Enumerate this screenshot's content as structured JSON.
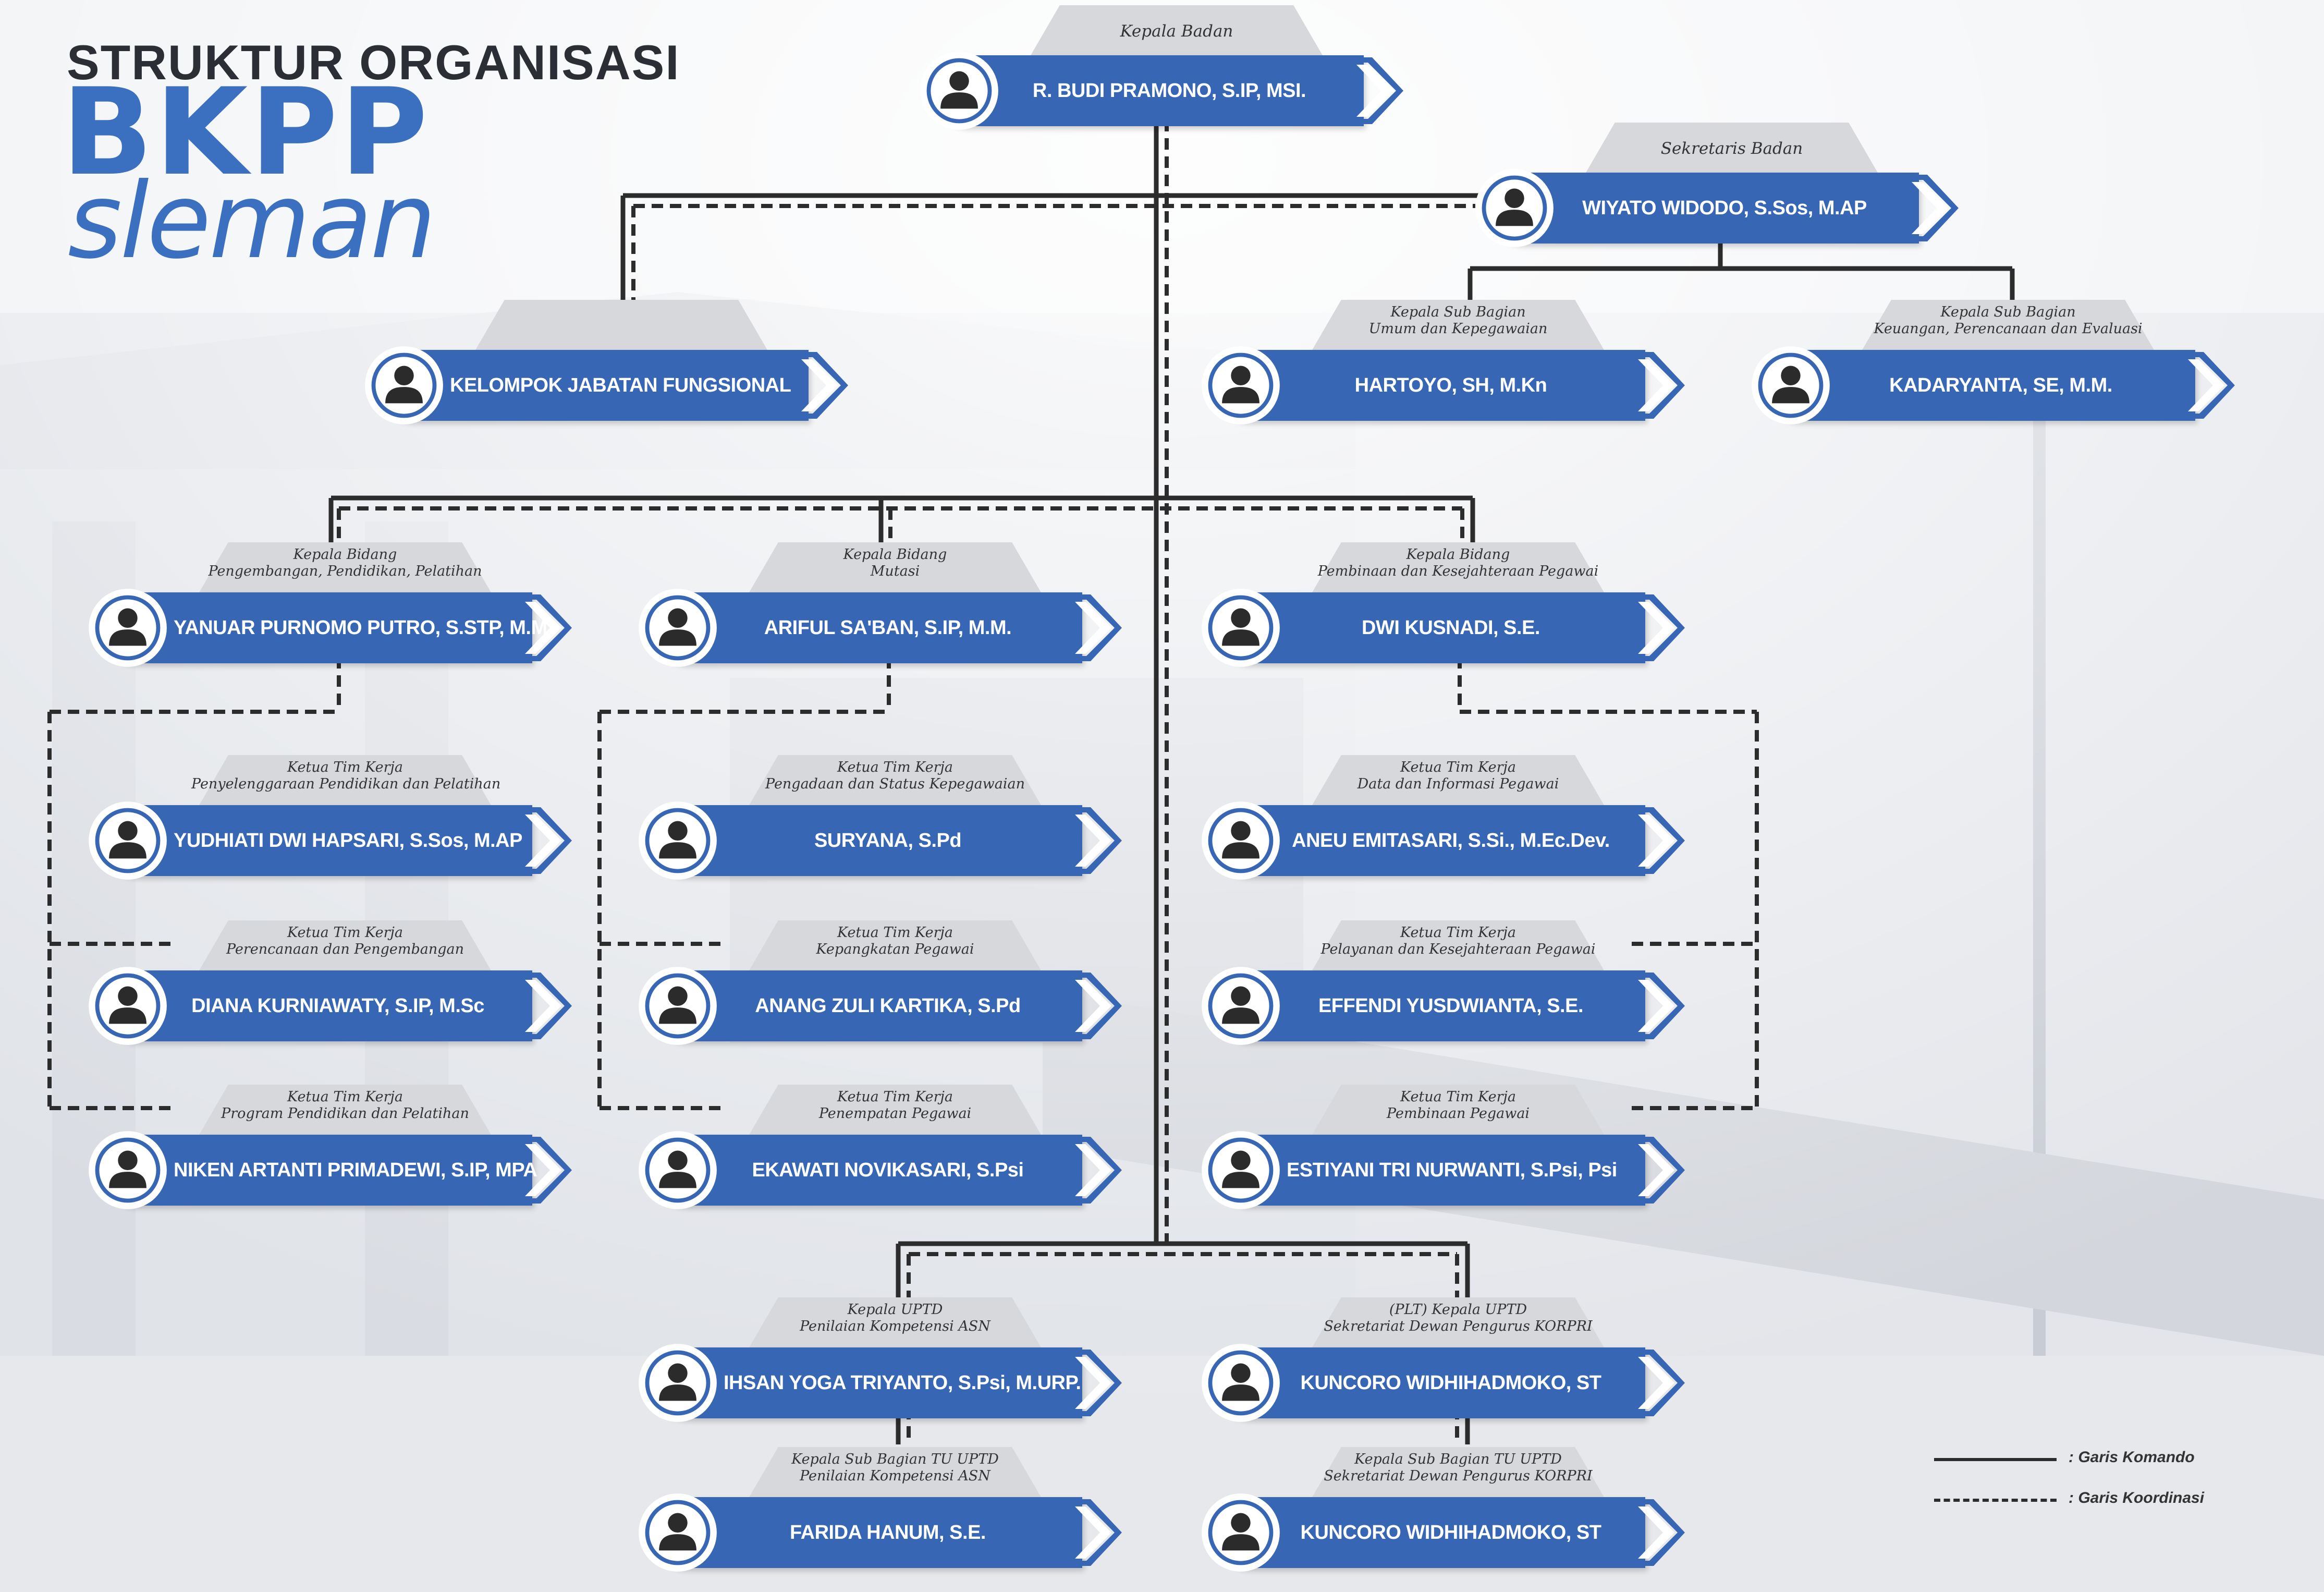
{
  "header": {
    "title": "STRUKTUR ORGANISASI",
    "brand": "BKPP",
    "brand_sub": "sleman"
  },
  "colors": {
    "node_bar": "#3766b5",
    "tab": "#d6d8dc",
    "line": "#2c2c2c",
    "brand": "#3b70c1"
  },
  "icons": {
    "person": "person-icon",
    "arrow": "chevron-right-icon"
  },
  "nodes": {
    "kepala": {
      "role": "Kepala Badan",
      "name": "R. BUDI PRAMONO, S.IP, MSI."
    },
    "sekretaris": {
      "role": "Sekretaris Badan",
      "name": "WIYATO WIDODO, S.Sos, M.AP"
    },
    "fungsional": {
      "role": "",
      "name": "KELOMPOK JABATAN FUNGSIONAL"
    },
    "umum": {
      "role": "Kepala Sub Bagian\nUmum dan Kepegawaian",
      "name": "HARTOYO,  SH, M.Kn"
    },
    "keuangan": {
      "role": "Kepala Sub Bagian\nKeuangan, Perencanaan dan Evaluasi",
      "name": "KADARYANTA, SE, M.M."
    },
    "bid_pengembangan": {
      "role": "Kepala Bidang\nPengembangan, Pendidikan, Pelatihan",
      "name": "YANUAR PURNOMO PUTRO,  S.STP, M.M."
    },
    "bid_mutasi": {
      "role": "Kepala Bidang\nMutasi",
      "name": "ARIFUL SA'BAN, S.IP, M.M."
    },
    "bid_pembinaan": {
      "role": "Kepala Bidang\nPembinaan dan Kesejahteraan Pegawai",
      "name": "DWI KUSNADI, S.E."
    },
    "tim_penyelenggaraan": {
      "role": "Ketua Tim Kerja\nPenyelenggaraan Pendidikan dan Pelatihan",
      "name": "YUDHIATI DWI HAPSARI, S.Sos, M.AP"
    },
    "tim_perencanaan": {
      "role": "Ketua Tim Kerja\nPerencanaan dan Pengembangan",
      "name": "DIANA KURNIAWATY, S.IP, M.Sc"
    },
    "tim_program": {
      "role": "Ketua Tim Kerja\nProgram Pendidikan dan Pelatihan",
      "name": "NIKEN ARTANTI PRIMADEWI, S.IP, MPA"
    },
    "tim_pengadaan": {
      "role": "Ketua Tim Kerja\nPengadaan dan Status Kepegawaian",
      "name": "SURYANA, S.Pd"
    },
    "tim_kepangkatan": {
      "role": "Ketua Tim Kerja\nKepangkatan Pegawai",
      "name": "ANANG ZULI KARTIKA, S.Pd"
    },
    "tim_penempatan": {
      "role": "Ketua Tim Kerja\nPenempatan Pegawai",
      "name": "EKAWATI NOVIKASARI, S.Psi"
    },
    "tim_data": {
      "role": "Ketua Tim Kerja\nData dan Informasi Pegawai",
      "name": "ANEU EMITASARI, S.Si., M.Ec.Dev."
    },
    "tim_pelayanan": {
      "role": "Ketua Tim Kerja\nPelayanan dan Kesejahteraan Pegawai",
      "name": "EFFENDI YUSDWIANTA, S.E."
    },
    "tim_pembinaan": {
      "role": "Ketua Tim Kerja\nPembinaan Pegawai",
      "name": "ESTIYANI TRI NURWANTI, S.Psi, Psi"
    },
    "uptd_penilaian": {
      "role": "Kepala UPTD\nPenilaian Kompetensi ASN",
      "name": "IHSAN YOGA TRIYANTO, S.Psi, M.URP."
    },
    "uptd_korpri": {
      "role": "(PLT) Kepala UPTD\nSekretariat Dewan Pengurus KORPRI",
      "name": "KUNCORO WIDHIHADMOKO, ST"
    },
    "tu_penilaian": {
      "role": "Kepala Sub Bagian TU UPTD\nPenilaian Kompetensi ASN",
      "name": "FARIDA HANUM, S.E."
    },
    "tu_korpri": {
      "role": "Kepala Sub Bagian TU UPTD\nSekretariat Dewan Pengurus KORPRI",
      "name": "KUNCORO WIDHIHADMOKO, ST"
    }
  },
  "legend": {
    "solid": ": Garis Komando",
    "dashed": ": Garis Koordinasi"
  }
}
